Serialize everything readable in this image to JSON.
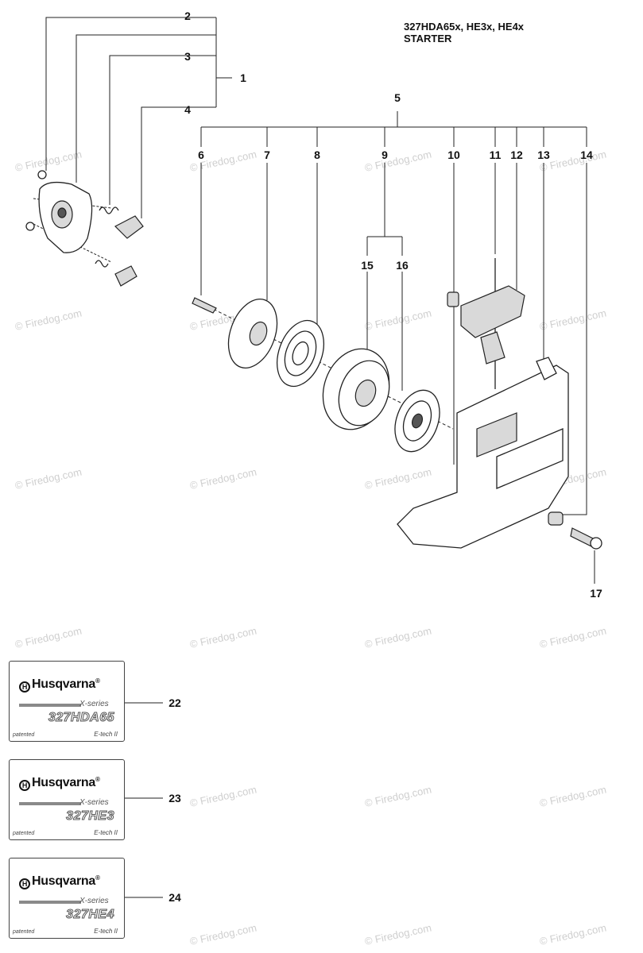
{
  "header": {
    "title_line1": "327HDA65x, HE3x, HE4x",
    "title_line2": "STARTER"
  },
  "watermark": "© Firedog.com",
  "callouts": {
    "c1": "1",
    "c2": "2",
    "c3": "3",
    "c4": "4",
    "c5": "5",
    "c6": "6",
    "c7": "7",
    "c8": "8",
    "c9": "9",
    "c10": "10",
    "c11": "11",
    "c12": "12",
    "c13": "13",
    "c14": "14",
    "c15": "15",
    "c16": "16",
    "c17": "17",
    "c22": "22",
    "c23": "23",
    "c24": "24"
  },
  "decals": [
    {
      "brand": "Husqvarna",
      "series": "X-series",
      "model": "327HDA65",
      "patented": "patented",
      "etech": "E-tech II"
    },
    {
      "brand": "Husqvarna",
      "series": "X-series",
      "model": "327HE3",
      "patented": "patented",
      "etech": "E-tech II"
    },
    {
      "brand": "Husqvarna",
      "series": "X-series",
      "model": "327HE4",
      "patented": "patented",
      "etech": "E-tech II"
    }
  ]
}
